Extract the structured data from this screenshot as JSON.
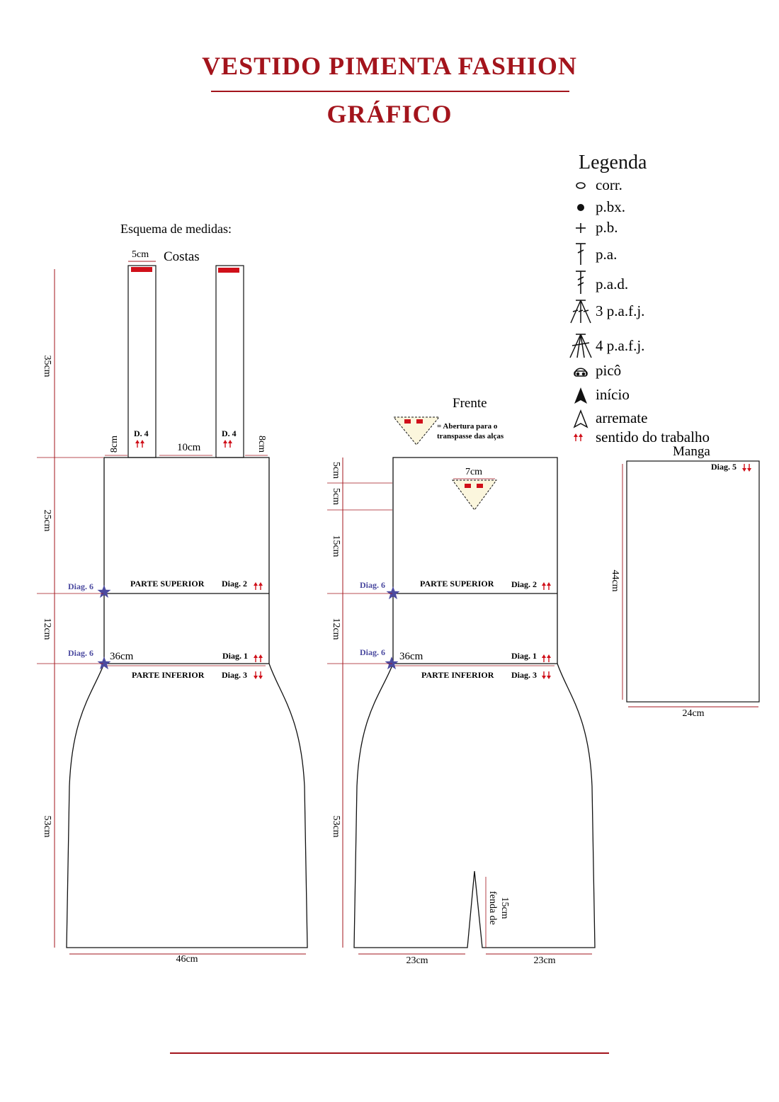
{
  "header": {
    "title": "VESTIDO PIMENTA FASHION",
    "subtitle": "GRÁFICO"
  },
  "legend": {
    "title": "Legenda",
    "items": [
      {
        "icon": "chain-stitch-icon",
        "label": "corr."
      },
      {
        "icon": "slip-stitch-icon",
        "label": "p.bx."
      },
      {
        "icon": "single-crochet-icon",
        "label": "p.b."
      },
      {
        "icon": "double-crochet-icon",
        "label": "p.a."
      },
      {
        "icon": "treble-crochet-icon",
        "label": "p.a.d."
      },
      {
        "icon": "three-dc-cluster-icon",
        "label": "3 p.a.f.j."
      },
      {
        "icon": "four-dc-cluster-icon",
        "label": "4 p.a.f.j."
      },
      {
        "icon": "picot-icon",
        "label": "picô"
      },
      {
        "icon": "start-marker-icon",
        "label": "início"
      },
      {
        "icon": "finish-marker-icon",
        "label": "arremate"
      },
      {
        "icon": "work-direction-icon",
        "label": "sentido do trabalho"
      }
    ]
  },
  "schema_label": "Esquema de medidas:",
  "back": {
    "label": "Costas",
    "strap_width": "5cm",
    "strap_height": "35cm",
    "strap_diag": "D. 4",
    "side_left": "8cm",
    "between_straps": "10cm",
    "side_right": "8cm",
    "upper_height": "25cm",
    "waist_height": "12cm",
    "skirt_height": "53cm",
    "waist_width": "36cm",
    "hem_width": "46cm",
    "upper_part": "PARTE SUPERIOR",
    "lower_part": "PARTE INFERIOR",
    "diag_upper": "Diag. 2",
    "diag_waist": "Diag. 1",
    "diag_lower": "Diag. 3",
    "diag_side": "Diag. 6"
  },
  "front": {
    "label": "Frente",
    "opening_note_1": "= Abertura para o",
    "opening_note_2": "transpasse das alças",
    "opening_width": "7cm",
    "top_1": "5cm",
    "top_2": "5cm",
    "upper_height": "15cm",
    "waist_height": "12cm",
    "skirt_height": "53cm",
    "waist_width": "36cm",
    "hem_left": "23cm",
    "hem_right": "23cm",
    "slit_1": "fenda de",
    "slit_2": "15cm",
    "upper_part": "PARTE SUPERIOR",
    "lower_part": "PARTE INFERIOR",
    "diag_upper": "Diag. 2",
    "diag_waist": "Diag. 1",
    "diag_lower": "Diag. 3",
    "diag_side": "Diag. 6"
  },
  "sleeve": {
    "label": "Manga",
    "diag": "Diag. 5",
    "height": "44cm",
    "width": "24cm"
  },
  "colors": {
    "brand_red": "#a3141c",
    "marker_red": "#d0101a",
    "star_blue": "#4b4aa0",
    "diag_label_blue": "#4b4aa0"
  }
}
